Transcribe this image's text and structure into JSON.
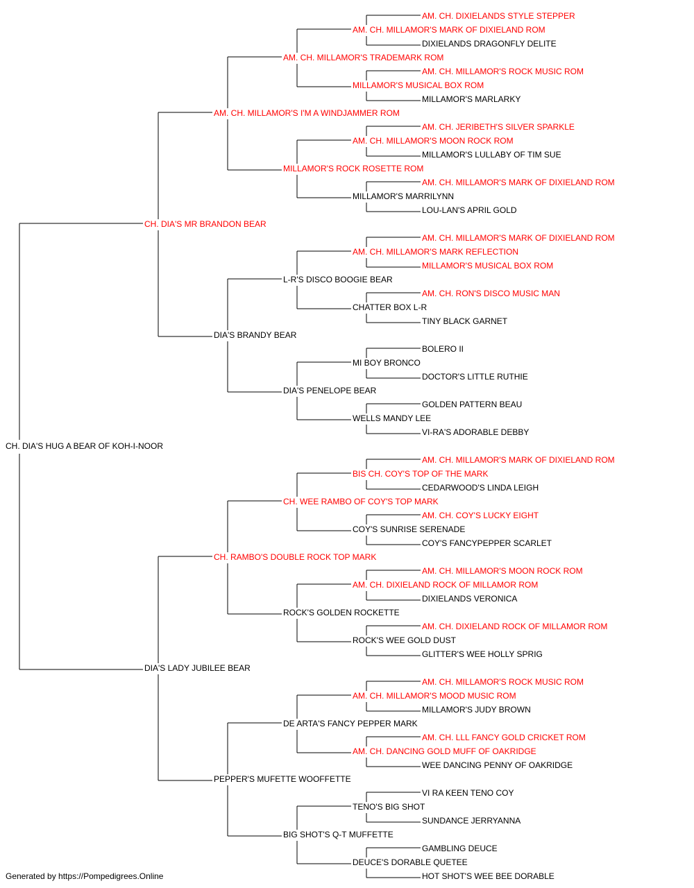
{
  "colors": {
    "champion": "#ff0000",
    "normal": "#000000",
    "line": "#000000"
  },
  "pedigree": [
    {
      "name": "CH. DIA'S HUG A BEAR OF KOH-I-NOOR",
      "champion": false
    },
    {
      "name": "CH. DIA'S MR BRANDON BEAR",
      "champion": true
    },
    {
      "name": "DIA'S LADY JUBILEE BEAR",
      "champion": false
    },
    {
      "name": "AM. CH. MILLAMOR'S I'M A WINDJAMMER ROM",
      "champion": true
    },
    {
      "name": "DIA'S BRANDY BEAR",
      "champion": false
    },
    {
      "name": "CH. RAMBO'S DOUBLE ROCK TOP MARK",
      "champion": true
    },
    {
      "name": "PEPPER'S MUFETTE WOOFFETTE",
      "champion": false
    },
    {
      "name": "AM. CH. MILLAMOR'S TRADEMARK ROM",
      "champion": true
    },
    {
      "name": "MILLAMOR'S ROCK ROSETTE ROM",
      "champion": true
    },
    {
      "name": "L-R'S DISCO BOOGIE BEAR",
      "champion": false
    },
    {
      "name": "DIA'S PENELOPE BEAR",
      "champion": false
    },
    {
      "name": "CH. WEE RAMBO OF COY'S TOP MARK",
      "champion": true
    },
    {
      "name": "ROCK'S GOLDEN ROCKETTE",
      "champion": false
    },
    {
      "name": "DE ARTA'S FANCY PEPPER MARK",
      "champion": false
    },
    {
      "name": "BIG SHOT'S Q-T MUFFETTE",
      "champion": false
    },
    {
      "name": "AM. CH. MILLAMOR'S MARK OF DIXIELAND ROM",
      "champion": true
    },
    {
      "name": "MILLAMOR'S MUSICAL BOX ROM",
      "champion": true
    },
    {
      "name": "AM. CH. MILLAMOR'S MOON ROCK ROM",
      "champion": true
    },
    {
      "name": "MILLAMOR'S MARRILYNN",
      "champion": false
    },
    {
      "name": "AM. CH. MILLAMOR'S MARK REFLECTION",
      "champion": true
    },
    {
      "name": "CHATTER BOX L-R",
      "champion": false
    },
    {
      "name": "MI BOY BRONCO",
      "champion": false
    },
    {
      "name": "WELLS MANDY LEE",
      "champion": false
    },
    {
      "name": "BIS CH. COY'S TOP OF THE MARK",
      "champion": true
    },
    {
      "name": "COY'S SUNRISE SERENADE",
      "champion": false
    },
    {
      "name": "AM. CH. DIXIELAND ROCK OF MILLAMOR ROM",
      "champion": true
    },
    {
      "name": "ROCK'S WEE GOLD DUST",
      "champion": false
    },
    {
      "name": "AM. CH. MILLAMOR'S MOOD MUSIC ROM",
      "champion": true
    },
    {
      "name": "AM. CH. DANCING GOLD MUFF OF OAKRIDGE",
      "champion": true
    },
    {
      "name": "TENO'S BIG SHOT",
      "champion": false
    },
    {
      "name": "DEUCE'S DORABLE QUETEE",
      "champion": false
    },
    {
      "name": "AM. CH. DIXIELANDS STYLE STEPPER",
      "champion": true
    },
    {
      "name": "DIXIELANDS DRAGONFLY DELITE",
      "champion": false
    },
    {
      "name": "AM. CH. MILLAMOR'S ROCK MUSIC ROM",
      "champion": true
    },
    {
      "name": "MILLAMOR'S MARLARKY",
      "champion": false
    },
    {
      "name": "AM. CH. JERIBETH'S SILVER SPARKLE",
      "champion": true
    },
    {
      "name": "MILLAMOR'S LULLABY OF TIM SUE",
      "champion": false
    },
    {
      "name": "AM. CH. MILLAMOR'S MARK OF DIXIELAND ROM",
      "champion": true
    },
    {
      "name": "LOU-LAN'S APRIL GOLD",
      "champion": false
    },
    {
      "name": "AM. CH. MILLAMOR'S MARK OF DIXIELAND ROM",
      "champion": true
    },
    {
      "name": "MILLAMOR'S MUSICAL BOX ROM",
      "champion": true
    },
    {
      "name": "AM. CH. RON'S DISCO MUSIC MAN",
      "champion": true
    },
    {
      "name": "TINY BLACK GARNET",
      "champion": false
    },
    {
      "name": "BOLERO II",
      "champion": false
    },
    {
      "name": "DOCTOR'S LITTLE RUTHIE",
      "champion": false
    },
    {
      "name": "GOLDEN PATTERN BEAU",
      "champion": false
    },
    {
      "name": "VI-RA'S ADORABLE DEBBY",
      "champion": false
    },
    {
      "name": "AM. CH. MILLAMOR'S MARK OF DIXIELAND ROM",
      "champion": true
    },
    {
      "name": "CEDARWOOD'S LINDA LEIGH",
      "champion": false
    },
    {
      "name": "AM. CH. COY'S LUCKY EIGHT",
      "champion": true
    },
    {
      "name": "COY'S FANCYPEPPER SCARLET",
      "champion": false
    },
    {
      "name": "AM. CH. MILLAMOR'S MOON ROCK ROM",
      "champion": true
    },
    {
      "name": "DIXIELANDS VERONICA",
      "champion": false
    },
    {
      "name": "AM. CH. DIXIELAND ROCK OF MILLAMOR ROM",
      "champion": true
    },
    {
      "name": "GLITTER'S WEE HOLLY SPRIG",
      "champion": false
    },
    {
      "name": "AM. CH. MILLAMOR'S ROCK MUSIC ROM",
      "champion": true
    },
    {
      "name": "MILLAMOR'S JUDY BROWN",
      "champion": false
    },
    {
      "name": "AM. CH. LLL FANCY GOLD CRICKET ROM",
      "champion": true
    },
    {
      "name": "WEE DANCING PENNY OF OAKRIDGE",
      "champion": false
    },
    {
      "name": "VI RA KEEN TENO COY",
      "champion": false
    },
    {
      "name": "SUNDANCE JERRYANNA",
      "champion": false
    },
    {
      "name": "GAMBLING DEUCE",
      "champion": false
    },
    {
      "name": "HOT SHOT'S WEE BEE DORABLE",
      "champion": false
    }
  ],
  "footer": "Generated by https://Pompedigrees.Online"
}
